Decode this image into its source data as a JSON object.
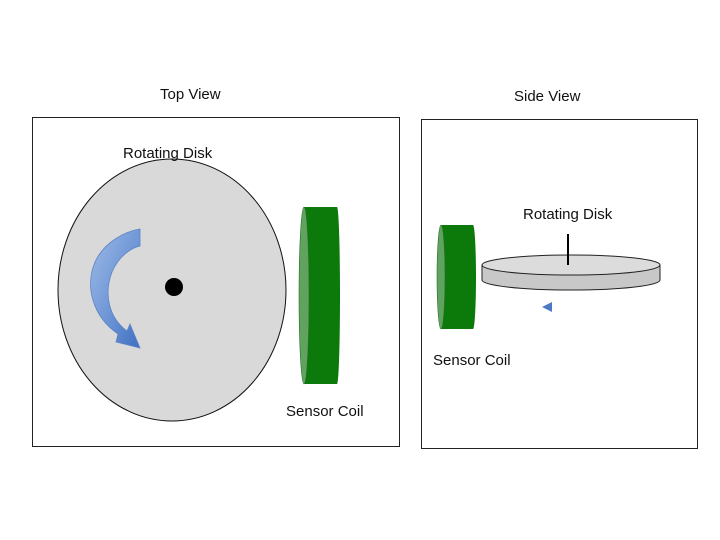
{
  "top_view": {
    "title": "Top View",
    "disk_label": "Rotating Disk",
    "coil_label": "Sensor Coil"
  },
  "side_view": {
    "title": "Side View",
    "disk_label": "Rotating Disk",
    "coil_label": "Sensor Coil"
  },
  "colors": {
    "disk_fill": "#d9d9d9",
    "coil_dark": "#0b7a0b",
    "coil_face": "#5fa35f",
    "arrow_blue": "#4f7fc8",
    "axle": "#000000"
  }
}
